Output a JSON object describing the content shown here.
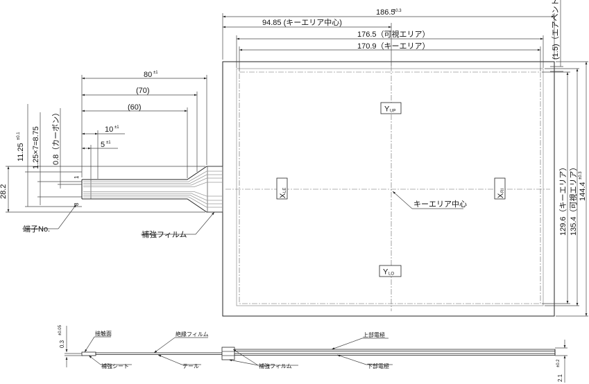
{
  "dims": {
    "w_total": "186.5",
    "w_total_tol": "±0.3",
    "key_center_x": "94.85 (キーエリア中心)",
    "view_w": "176.5（可視エリア）",
    "key_w": "170.9（キーエリア）",
    "tail_len": "80",
    "tail_len_tol": "±1",
    "tail_70": "(70)",
    "tail_60": "(60)",
    "d10": "10",
    "d10_tol": "±1",
    "d5": "5",
    "d5_tol": "±1",
    "d11_25": "11.25",
    "d11_25_tol": "±0.1",
    "pitch": "1.25×7=8.75",
    "carbon": "0.8（カーボン）",
    "tail_w": "28.2",
    "air_vent": "(1.5)（エアベント）",
    "h_key": "129.6（キーエリア）",
    "h_view": "135.4（可視エリア）",
    "h_total": "144.4",
    "h_total_tol": "±0.3",
    "thickness": "0.3",
    "thickness_tol": "±0.05",
    "stack_h": "2.1",
    "stack_h_tol": "±0.2"
  },
  "labels": {
    "y_up_main": "Y",
    "y_up_sub": "UP",
    "y_lo_main": "Y",
    "y_lo_sub": "LO",
    "x_le_main": "X",
    "x_le_sub": "LE",
    "x_ri_main": "X",
    "x_ri_sub": "RI",
    "key_center": "キーエリア中心",
    "terminal_no": "端子No.",
    "reinforce_film": "補強フィルム",
    "pin_1": "1",
    "pin_8": "8"
  },
  "section": {
    "contact_face": "接触面",
    "insulation_film": "絶縁フィルム",
    "upper_electrode": "上部電極",
    "reinforce_sheet": "補強シート",
    "tail": "テール",
    "reinforce_film": "補強フィルム",
    "lower_electrode": "下部電極"
  }
}
